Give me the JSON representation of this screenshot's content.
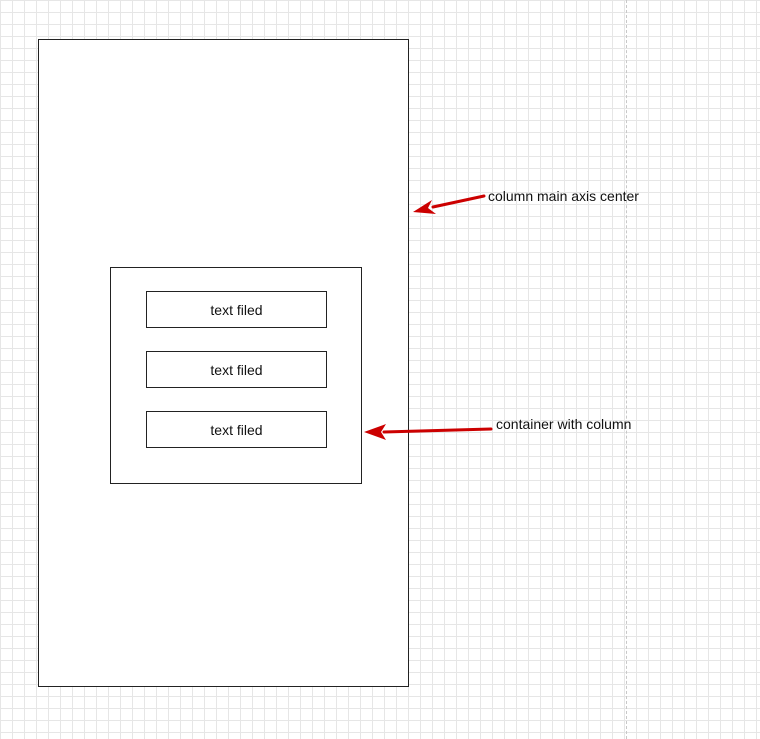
{
  "diagram": {
    "fields": [
      {
        "label": "text filed"
      },
      {
        "label": "text filed"
      },
      {
        "label": "text filed"
      }
    ],
    "annotations": {
      "main_axis": "column main axis center",
      "container": "container with column"
    },
    "colors": {
      "arrow": "#cc0000",
      "border": "#222222",
      "grid": "#e6e6e6"
    }
  }
}
